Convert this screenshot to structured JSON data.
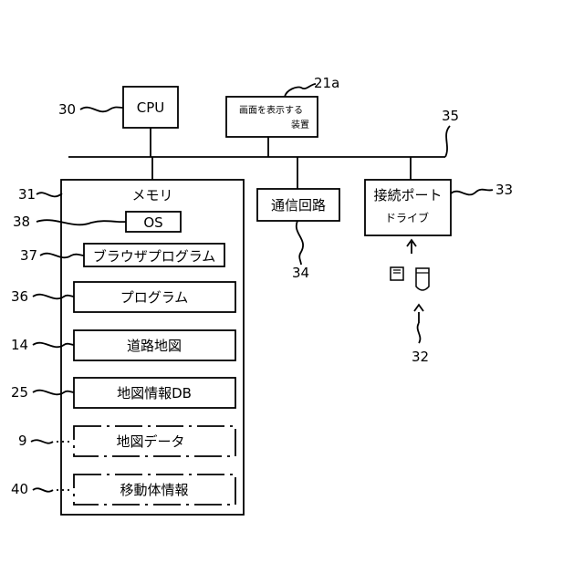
{
  "labels": {
    "cpu": "CPU",
    "display_line1": "画面を表示する",
    "display_line2": "装置",
    "memory": "メモリ",
    "os": "OS",
    "browser_program": "ブラウザプログラム",
    "program": "プログラム",
    "road_map": "道路地図",
    "map_db": "地図情報DB",
    "map_data": "地図データ",
    "moving_body_info": "移動体情報",
    "comm_circuit": "通信回路",
    "port_line1": "接続ポート",
    "port_line2": "ドライブ"
  },
  "refs": {
    "cpu": "30",
    "display": "21a",
    "bus": "35",
    "memory": "31",
    "os": "38",
    "browser": "37",
    "program": "36",
    "road_map": "14",
    "map_db": "25",
    "map_data": "9",
    "moving_body": "40",
    "comm": "34",
    "port": "33",
    "media": "32"
  }
}
